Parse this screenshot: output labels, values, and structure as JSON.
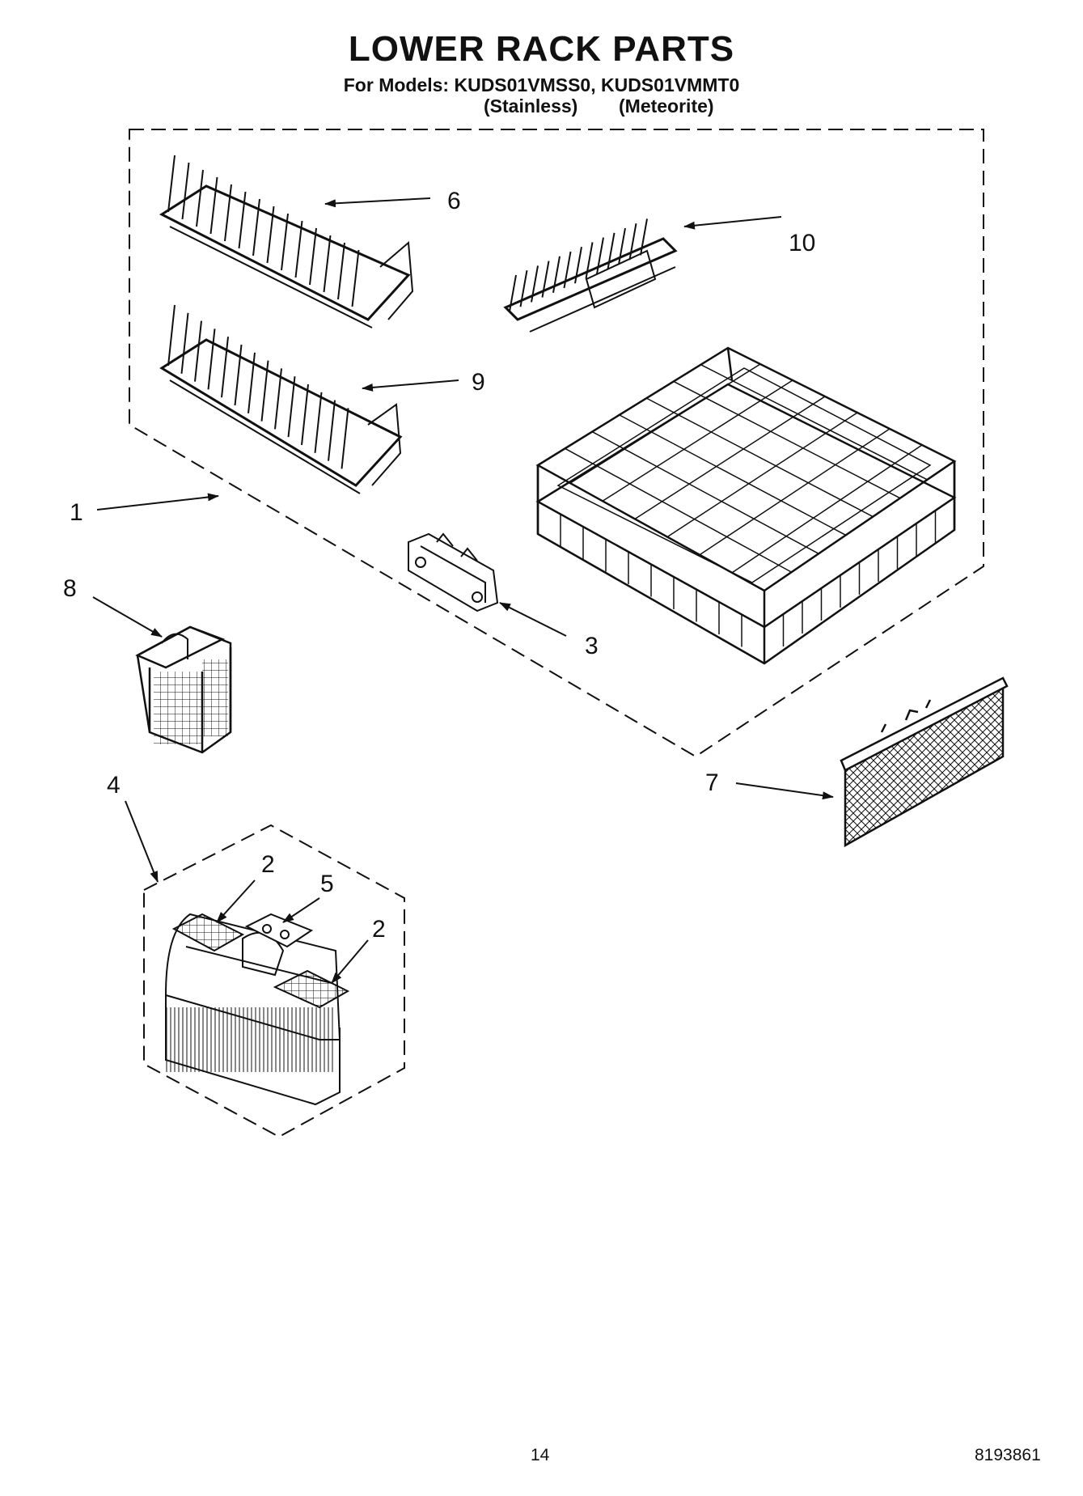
{
  "header": {
    "title": "LOWER RACK PARTS",
    "models_line": "For Models: KUDS01VMSS0, KUDS01VMMT0",
    "variant_1": "(Stainless)",
    "variant_2": "(Meteorite)"
  },
  "callouts": {
    "c1": "1",
    "c2a": "2",
    "c2b": "2",
    "c3": "3",
    "c4": "4",
    "c5": "5",
    "c6": "6",
    "c7": "7",
    "c8": "8",
    "c9": "9",
    "c10": "10"
  },
  "footer": {
    "page_number": "14",
    "doc_number": "8193861"
  }
}
